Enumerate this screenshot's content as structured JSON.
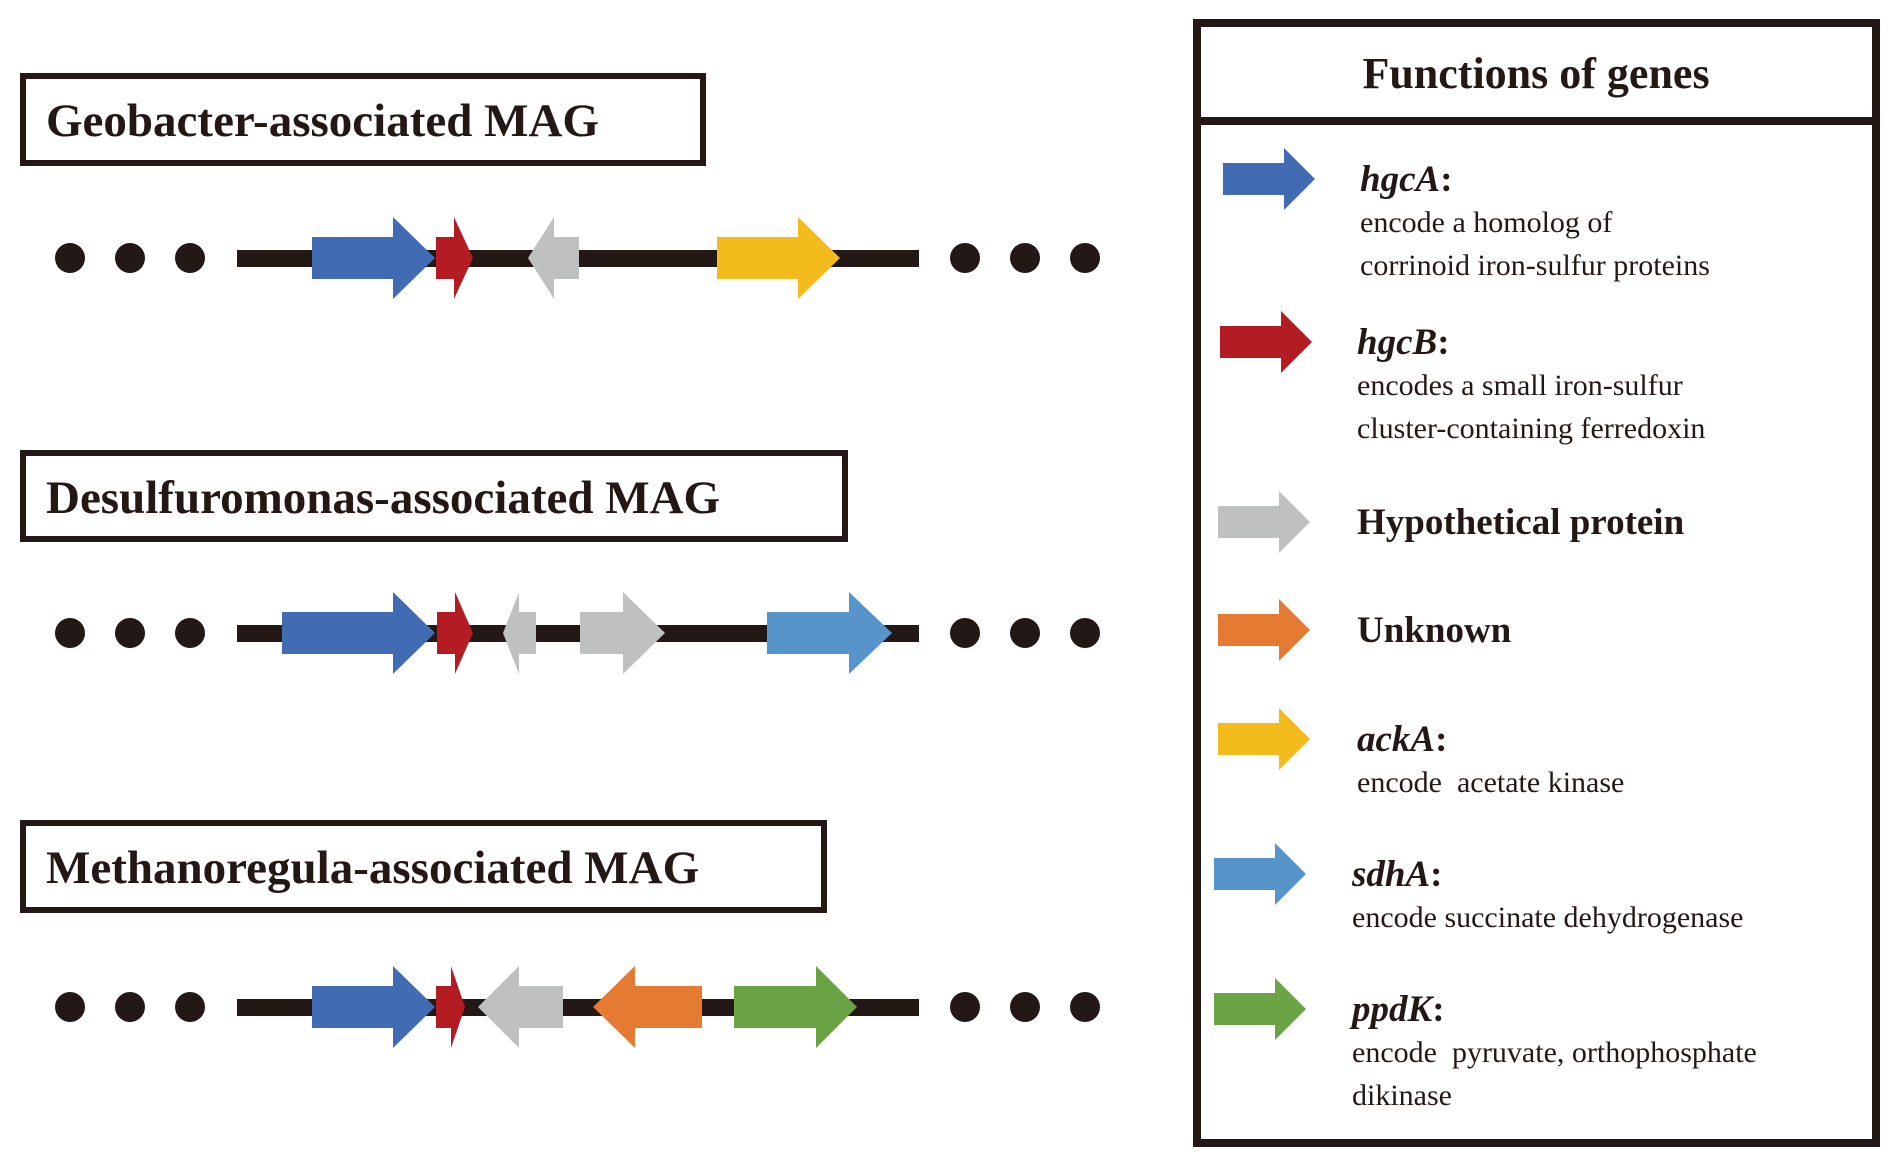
{
  "colors": {
    "hgcA": "#416CB3",
    "hgcB": "#B41C23",
    "hypothetical": "#BFC0C0",
    "unknown": "#E57A33",
    "ackA": "#F3BB1C",
    "sdhA": "#5794C9",
    "ppdK": "#6AA445",
    "line": "#231815"
  },
  "mags": [
    {
      "title": "Geobacter-associated MAG",
      "genes": [
        {
          "type": "hgcA",
          "direction": "forward"
        },
        {
          "type": "hgcB",
          "direction": "forward"
        },
        {
          "type": "hypothetical",
          "direction": "reverse"
        },
        {
          "type": "ackA",
          "direction": "forward"
        }
      ]
    },
    {
      "title": "Desulfuromonas-associated MAG",
      "genes": [
        {
          "type": "hgcA",
          "direction": "forward"
        },
        {
          "type": "hgcB",
          "direction": "forward"
        },
        {
          "type": "hypothetical",
          "direction": "reverse"
        },
        {
          "type": "hypothetical",
          "direction": "forward"
        },
        {
          "type": "sdhA",
          "direction": "forward"
        }
      ]
    },
    {
      "title": "Methanoregula-associated MAG",
      "genes": [
        {
          "type": "hgcA",
          "direction": "forward"
        },
        {
          "type": "hgcB",
          "direction": "forward"
        },
        {
          "type": "hypothetical",
          "direction": "reverse"
        },
        {
          "type": "unknown",
          "direction": "reverse"
        },
        {
          "type": "ppdK",
          "direction": "forward"
        }
      ]
    }
  ],
  "legend": {
    "title": "Functions of genes",
    "items": [
      {
        "type": "hgcA",
        "name": "hgcA",
        "italic": true,
        "desc": [
          "encode a homolog of",
          "corrinoid iron-sulfur proteins"
        ]
      },
      {
        "type": "hgcB",
        "name": "hgcB",
        "italic": true,
        "desc": [
          "encodes a small iron-sulfur",
          "cluster-containing ferredoxin"
        ]
      },
      {
        "type": "hypothetical",
        "name": "Hypothetical protein",
        "italic": false,
        "desc": []
      },
      {
        "type": "unknown",
        "name": "Unknown",
        "italic": false,
        "desc": []
      },
      {
        "type": "ackA",
        "name": "ackA",
        "italic": true,
        "desc": [
          "encode  acetate kinase"
        ]
      },
      {
        "type": "sdhA",
        "name": "sdhA",
        "italic": true,
        "desc": [
          "encode succinate dehydrogenase"
        ]
      },
      {
        "type": "ppdK",
        "name": "ppdK",
        "italic": true,
        "desc": [
          "encode  pyruvate, orthophosphate",
          "dikinase"
        ]
      }
    ]
  },
  "ellipsis": "..."
}
